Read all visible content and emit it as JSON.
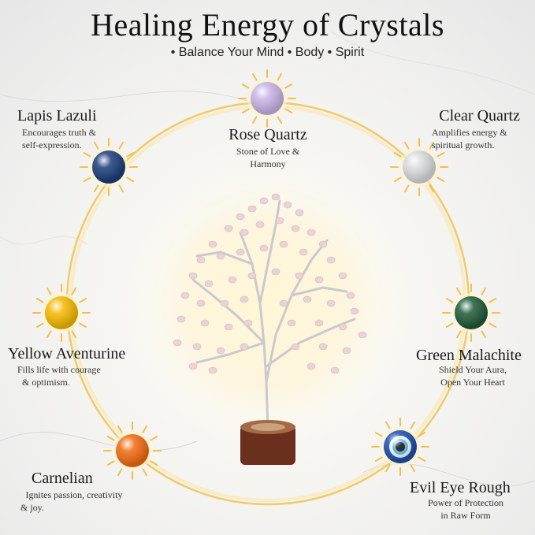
{
  "header": {
    "title": "Healing Energy of Crystals",
    "subtitle": "• Balance Your Mind • Body • Spirit"
  },
  "crystals": [
    {
      "name": "Rose Quartz",
      "desc_line1": "Stone of Love &",
      "desc_line2": "Harmony",
      "color": "#c9b3e6"
    },
    {
      "name": "Lapis Lazuli",
      "desc_line1": "Encourages truth &",
      "desc_line2": "self-expression.",
      "color": "#1b3d7a"
    },
    {
      "name": "Clear Quartz",
      "desc_line1": "Amplifies energy &",
      "desc_line2": "spiritual growth.",
      "color": "#d9dbdd"
    },
    {
      "name": "Yellow Aventurine",
      "desc_line1": "Fills life with courage",
      "desc_line2": "& optimism.",
      "color": "#f5b800"
    },
    {
      "name": "Green Malachite",
      "desc_line1": "Shield Your Aura,",
      "desc_line2": "Open Your Heart",
      "color": "#1f5a37"
    },
    {
      "name": "Carnelian",
      "desc_line1": "Ignites passion, creativity",
      "desc_line2": "& joy.",
      "color": "#f06a10"
    },
    {
      "name": "Evil Eye Rough",
      "desc_line1": "Power of Protection",
      "desc_line2": "in Raw Form",
      "color": "#1a4fb0"
    }
  ]
}
